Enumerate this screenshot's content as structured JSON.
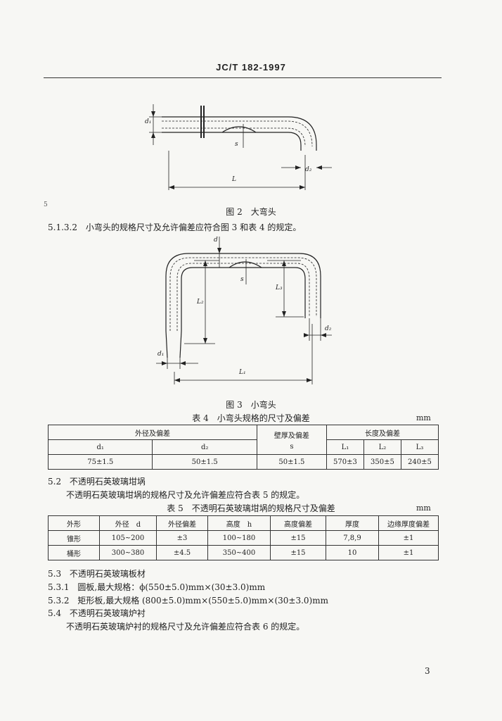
{
  "header": {
    "title": "JC/T 182-1997"
  },
  "margin_mark": "5",
  "figure2": {
    "caption": "图 2　大弯头",
    "labels": {
      "d1": "d₁",
      "d2": "d₂",
      "s": "s",
      "L": "L"
    }
  },
  "section_5_1_3_2": {
    "number": "5.1.3.2",
    "text": "小弯头的规格尺寸及允许偏差应符合图 3 和表 4 的规定。"
  },
  "figure3": {
    "caption": "图 3　小弯头",
    "labels": {
      "d": "d",
      "d1": "d₁",
      "d2": "d₂",
      "s": "s",
      "L1": "L₁",
      "L2": "L₂",
      "L3": "L₃"
    }
  },
  "table4": {
    "title": "表 4　小弯头规格的尺寸及偏差",
    "unit": "mm",
    "group_headers": [
      "外径及偏差",
      "壁厚及偏差",
      "长度及偏差"
    ],
    "sub_headers": [
      "d₁",
      "d₂",
      "s",
      "L₁",
      "L₂",
      "L₃"
    ],
    "row": [
      "75±1.5",
      "50±1.5",
      "50±1.5",
      "570±3",
      "350±5",
      "240±5"
    ]
  },
  "section_5_2": {
    "heading_number": "5.2",
    "heading": "不透明石英玻璃坩埚",
    "text": "不透明石英玻璃坩埚的规格尺寸及允许偏差应符合表 5 的规定。"
  },
  "table5": {
    "title": "表 5　不透明石英玻璃坩埚的规格尺寸及偏差",
    "unit": "mm",
    "headers": [
      "外形",
      "外径　d",
      "外径偏差",
      "高度　h",
      "高度偏差",
      "厚度",
      "边缘厚度偏差"
    ],
    "rows": [
      [
        "锥形",
        "105~200",
        "±3",
        "100~180",
        "±15",
        "7,8,9",
        "±1"
      ],
      [
        "桶形",
        "300~380",
        "±4.5",
        "350~400",
        "±15",
        "10",
        "±1"
      ]
    ]
  },
  "section_5_3": {
    "number": "5.3",
    "text": "不透明石英玻璃板材"
  },
  "section_5_3_1": {
    "number": "5.3.1",
    "text": "圆板,最大规格：ϕ(550±5.0)mm×(30±3.0)mm"
  },
  "section_5_3_2": {
    "number": "5.3.2",
    "text": "矩形板,最大规格 (800±5.0)mm×(550±5.0)mm×(30±3.0)mm"
  },
  "section_5_4": {
    "number": "5.4",
    "heading": "不透明石英玻璃炉衬",
    "text": "不透明石英玻璃炉衬的规格尺寸及允许偏差应符合表 6 的规定。"
  },
  "page_number": "3"
}
